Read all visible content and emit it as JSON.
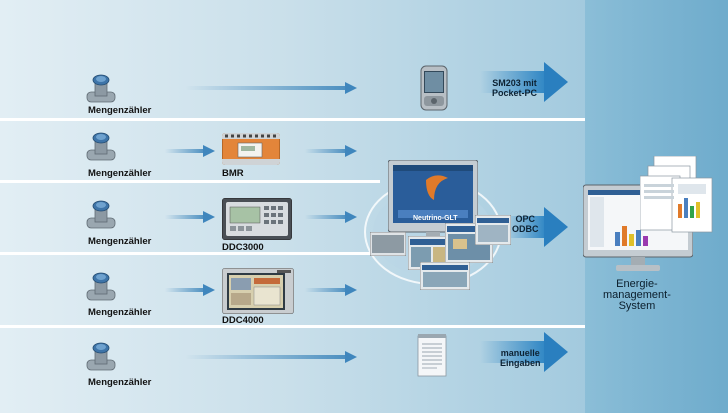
{
  "rows": [
    {
      "meter_label": "Mengenzähler",
      "device_label": "",
      "right_label_1": "SM203 mit",
      "right_label_2": "Pocket-PC"
    },
    {
      "meter_label": "Mengenzähler",
      "device_label": "BMR"
    },
    {
      "meter_label": "Mengenzähler",
      "device_label": "DDC3000",
      "right_label_1": "OPC",
      "right_label_2": "ODBC"
    },
    {
      "meter_label": "Mengenzähler",
      "device_label": "DDC4000"
    },
    {
      "meter_label": "Mengenzähler",
      "device_label": "",
      "right_label_1": "manuelle",
      "right_label_2": "Eingaben"
    }
  ],
  "center": {
    "screen_title": "Neutrino-GLT"
  },
  "target": {
    "line1": "Energie-",
    "line2": "management-",
    "line3": "System"
  },
  "colors": {
    "arrow": "#3f86bd",
    "accent_orange": "#e07a2a"
  }
}
